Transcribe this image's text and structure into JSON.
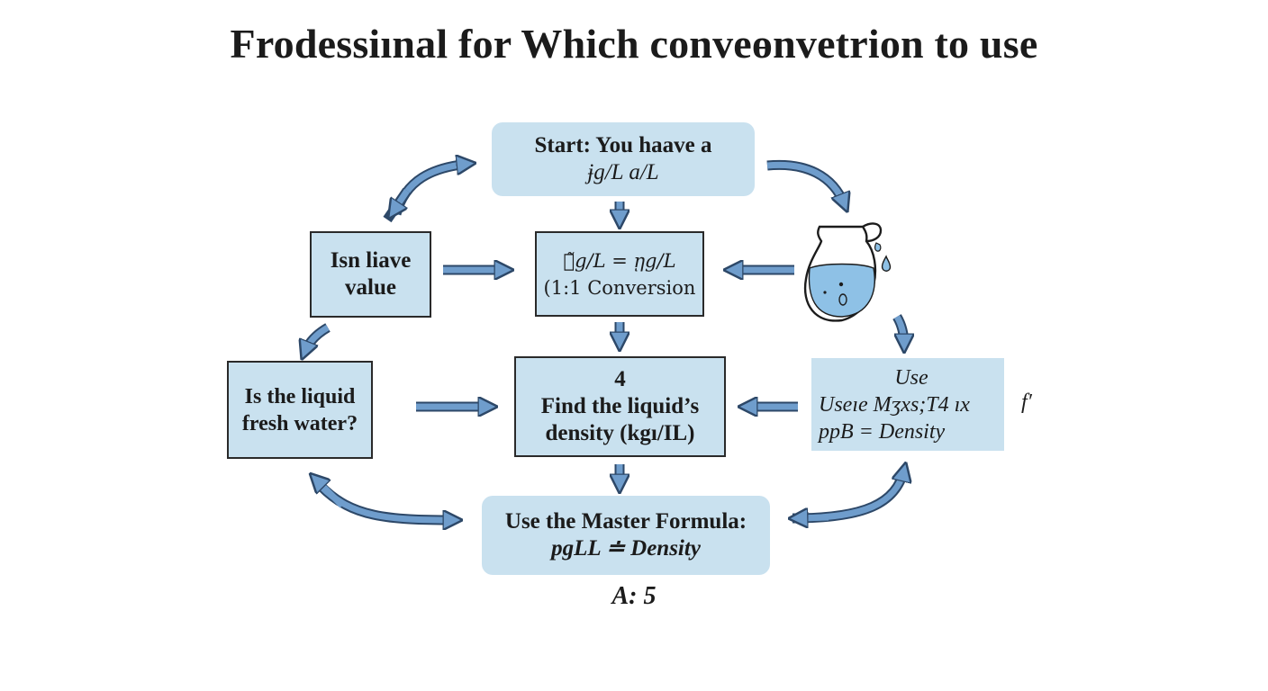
{
  "title": "Frodessiınal for Which conveөnvetrion to use",
  "nodes": {
    "start": {
      "line1": "Start: You haave a",
      "line2": "ɉg/L a/L"
    },
    "have_value": {
      "line1": "Isn liave",
      "line2": "value"
    },
    "conversion": {
      "line1": "ℊ̃g/L = ῃg/L",
      "line2": "(1:1 Conversion"
    },
    "fresh_water": {
      "line1": "Is the liquid",
      "line2": "fresh water?"
    },
    "density": {
      "line1": "4",
      "line2": "Find the  liquid’s",
      "line3": "density (kgı/IL)"
    },
    "use": {
      "line1": "Use",
      "line2": "Useıe Mʒxs;T4 ıx",
      "line3": "ppB = Density",
      "stray": "f′"
    },
    "master": {
      "line1": "Use the Master Formula:",
      "line2": "pgLL ≐ Density"
    }
  },
  "footer": "A: 5",
  "colors": {
    "box_fill": "#c9e1ef",
    "arrow_fill": "#6f9dcc",
    "arrow_stroke": "#2d4868",
    "border": "#2a2a2a",
    "water": "#8ec1e6"
  },
  "icons": [
    "pitcher-icon",
    "water-drop-icon"
  ]
}
